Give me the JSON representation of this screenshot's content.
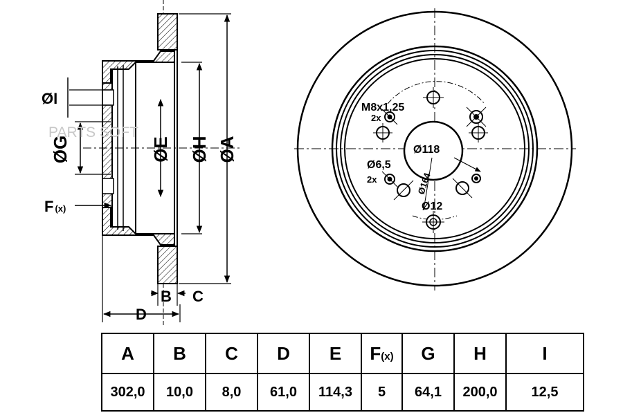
{
  "watermark": "PARTS SOFT",
  "side_view": {
    "dim_labels": {
      "I": "ØI",
      "G": "ØG",
      "E": "ØE",
      "H": "ØH",
      "A": "ØA",
      "F": "F",
      "F_sub": "(x)",
      "B": "B",
      "C": "C",
      "D": "D"
    }
  },
  "front_view": {
    "labels": {
      "thread": "M8x1,25",
      "thread_count": "2x",
      "center_bore": "Ø118",
      "small_hole": "Ø6,5",
      "small_hole_count": "2x",
      "pcd": "Ø164",
      "stud_hole": "Ø12"
    }
  },
  "table": {
    "headers": [
      "A",
      "B",
      "C",
      "D",
      "E",
      "F",
      "G",
      "H",
      "I"
    ],
    "f_sub": "(x)",
    "values": [
      "302,0",
      "10,0",
      "8,0",
      "61,0",
      "114,3",
      "5",
      "64,1",
      "200,0",
      "12,5"
    ]
  }
}
